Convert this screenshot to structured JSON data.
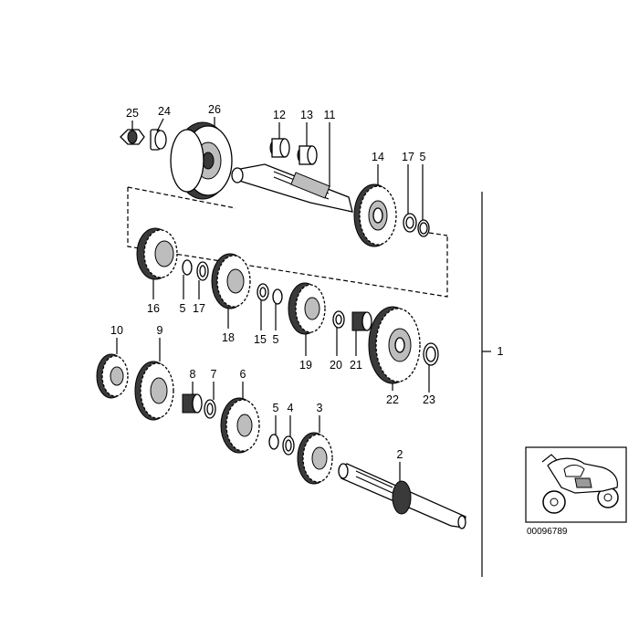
{
  "diagram": {
    "assembly_label": "1",
    "catalog_code": "00096789",
    "callouts": {
      "c25": "25",
      "c24": "24",
      "c26": "26",
      "c12": "12",
      "c13": "13",
      "c11": "11",
      "c14": "14",
      "c17a": "17",
      "c5a": "5",
      "c16": "16",
      "c5b": "5",
      "c17b": "17",
      "c18": "18",
      "c15": "15",
      "c5c": "5",
      "c19": "19",
      "c20": "20",
      "c21": "21",
      "c22": "22",
      "c23": "23",
      "c10": "10",
      "c9": "9",
      "c8": "8",
      "c7": "7",
      "c6": "6",
      "c5d": "5",
      "c4": "4",
      "c3": "3",
      "c2": "2"
    }
  }
}
